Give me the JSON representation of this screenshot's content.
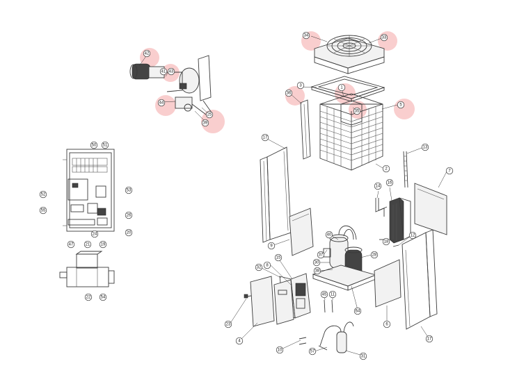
{
  "callouts": [
    {
      "id": "c34",
      "label": "34"
    },
    {
      "id": "c33",
      "label": "33"
    },
    {
      "id": "c3",
      "label": "3"
    },
    {
      "id": "c36",
      "label": "36"
    },
    {
      "id": "c1",
      "label": "1"
    },
    {
      "id": "c35",
      "label": "35"
    },
    {
      "id": "c5",
      "label": "5"
    },
    {
      "id": "c2",
      "label": "2"
    },
    {
      "id": "c17a",
      "label": "17"
    },
    {
      "id": "c13",
      "label": "13"
    },
    {
      "id": "c7",
      "label": "7"
    },
    {
      "id": "c14",
      "label": "14"
    },
    {
      "id": "c16",
      "label": "16"
    },
    {
      "id": "c18",
      "label": "18"
    },
    {
      "id": "c12",
      "label": "12"
    },
    {
      "id": "c9",
      "label": "9"
    },
    {
      "id": "c40",
      "label": "40"
    },
    {
      "id": "c37",
      "label": "37"
    },
    {
      "id": "c30",
      "label": "30"
    },
    {
      "id": "c28",
      "label": "28"
    },
    {
      "id": "c38",
      "label": "38"
    },
    {
      "id": "c32",
      "label": "32"
    },
    {
      "id": "c15",
      "label": "15"
    },
    {
      "id": "c45",
      "label": "45"
    },
    {
      "id": "c11",
      "label": "11"
    },
    {
      "id": "c6",
      "label": "6"
    },
    {
      "id": "c64",
      "label": "64"
    },
    {
      "id": "c8",
      "label": "8"
    },
    {
      "id": "c23",
      "label": "23"
    },
    {
      "id": "c4",
      "label": "4"
    },
    {
      "id": "c10",
      "label": "10"
    },
    {
      "id": "c57",
      "label": "57"
    },
    {
      "id": "c31",
      "label": "31"
    },
    {
      "id": "c17b",
      "label": "17"
    },
    {
      "id": "c42",
      "label": "42"
    },
    {
      "id": "c43",
      "label": "43"
    },
    {
      "id": "c41",
      "label": "41"
    },
    {
      "id": "c44",
      "label": "44"
    },
    {
      "id": "c25",
      "label": "25"
    },
    {
      "id": "c39",
      "label": "39"
    },
    {
      "id": "c50",
      "label": "50"
    },
    {
      "id": "c51",
      "label": "51"
    },
    {
      "id": "c52",
      "label": "52"
    },
    {
      "id": "c53",
      "label": "53"
    },
    {
      "id": "c55",
      "label": "55"
    },
    {
      "id": "c26",
      "label": "26"
    },
    {
      "id": "c20",
      "label": "20"
    },
    {
      "id": "c47",
      "label": "47"
    },
    {
      "id": "c21",
      "label": "21"
    },
    {
      "id": "c24",
      "label": "24"
    },
    {
      "id": "c19",
      "label": "19"
    },
    {
      "id": "c22",
      "label": "22"
    },
    {
      "id": "c54",
      "label": "54"
    }
  ],
  "colors": {
    "line": "#3a3a3a",
    "highlight": "#f4a6a6",
    "background": "#ffffff"
  }
}
